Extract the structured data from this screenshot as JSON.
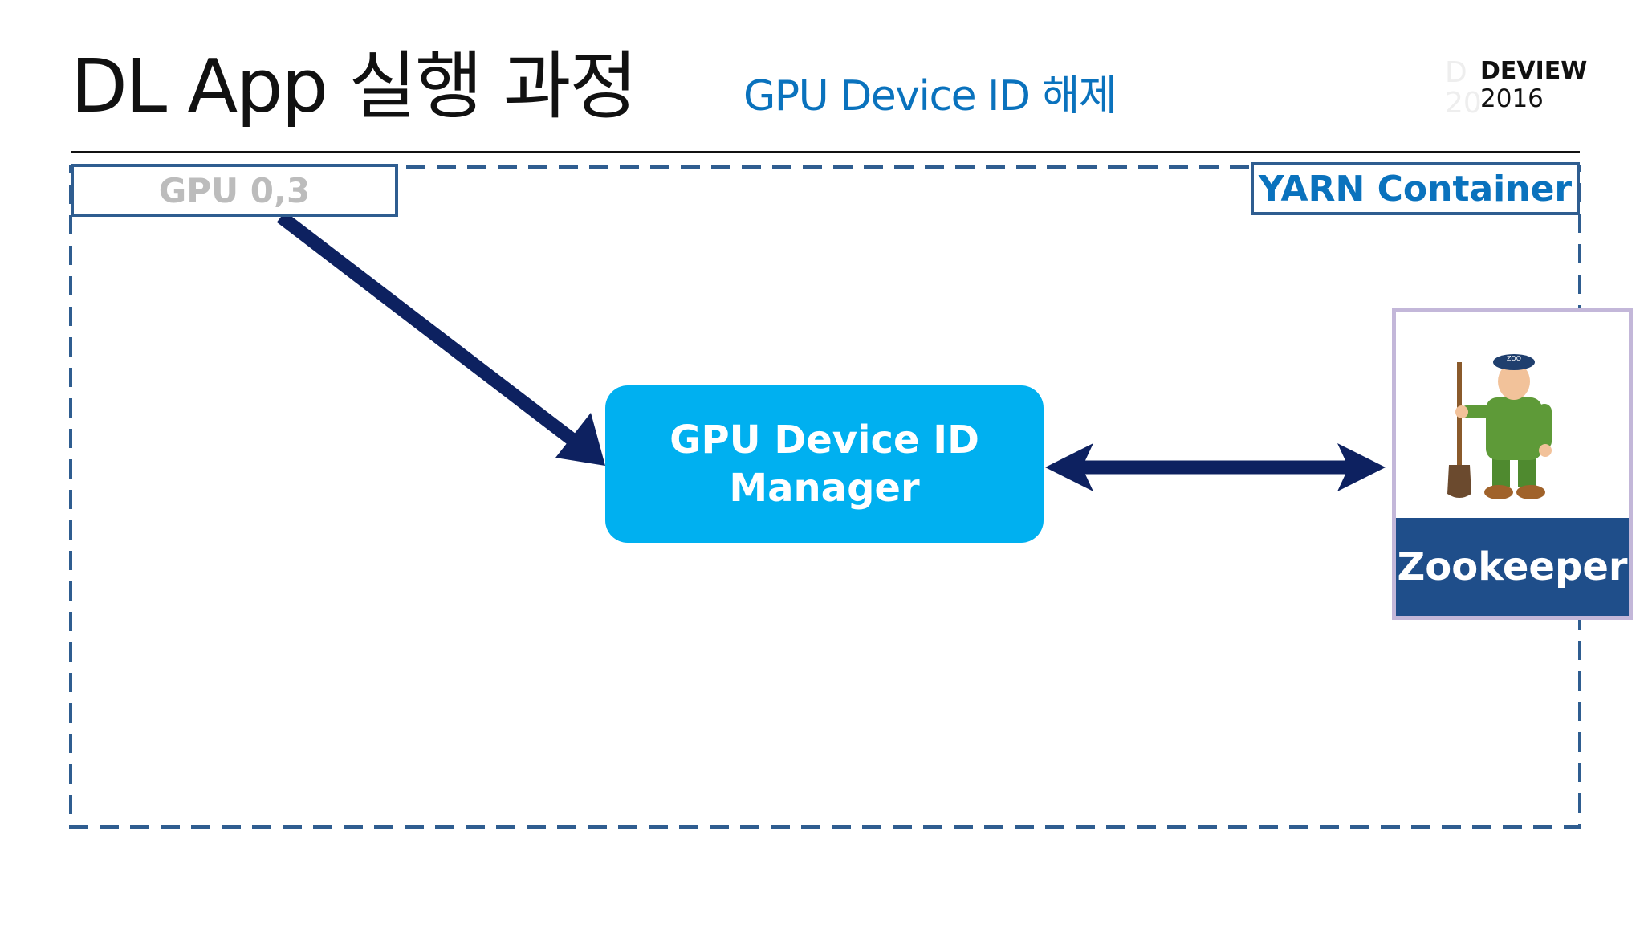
{
  "slide": {
    "title": "DL App 실행 과정",
    "subtitle": "GPU Device ID 해제"
  },
  "logo": {
    "name": "DEVIEW",
    "year": "2016"
  },
  "diagram": {
    "gpu_label": "GPU 0,3",
    "container_label": "YARN Container",
    "manager_line1": "GPU Device ID",
    "manager_line2": "Manager",
    "zookeeper_label": "Zookeeper",
    "zookeeper_cap_text": "ZOO"
  },
  "colors": {
    "title": "#111111",
    "subtitle": "#0a72bd",
    "container_border": "#2f5d90",
    "arrow": "#0d2160",
    "manager_fill": "#00b0f0",
    "zookeeper_label_fill": "#1f4e8a",
    "zookeeper_card_border": "#c3b7d9",
    "gpu_label_text": "#bcbcbc"
  },
  "icons": {
    "zookeeper": "zookeeper-mascot-icon"
  }
}
